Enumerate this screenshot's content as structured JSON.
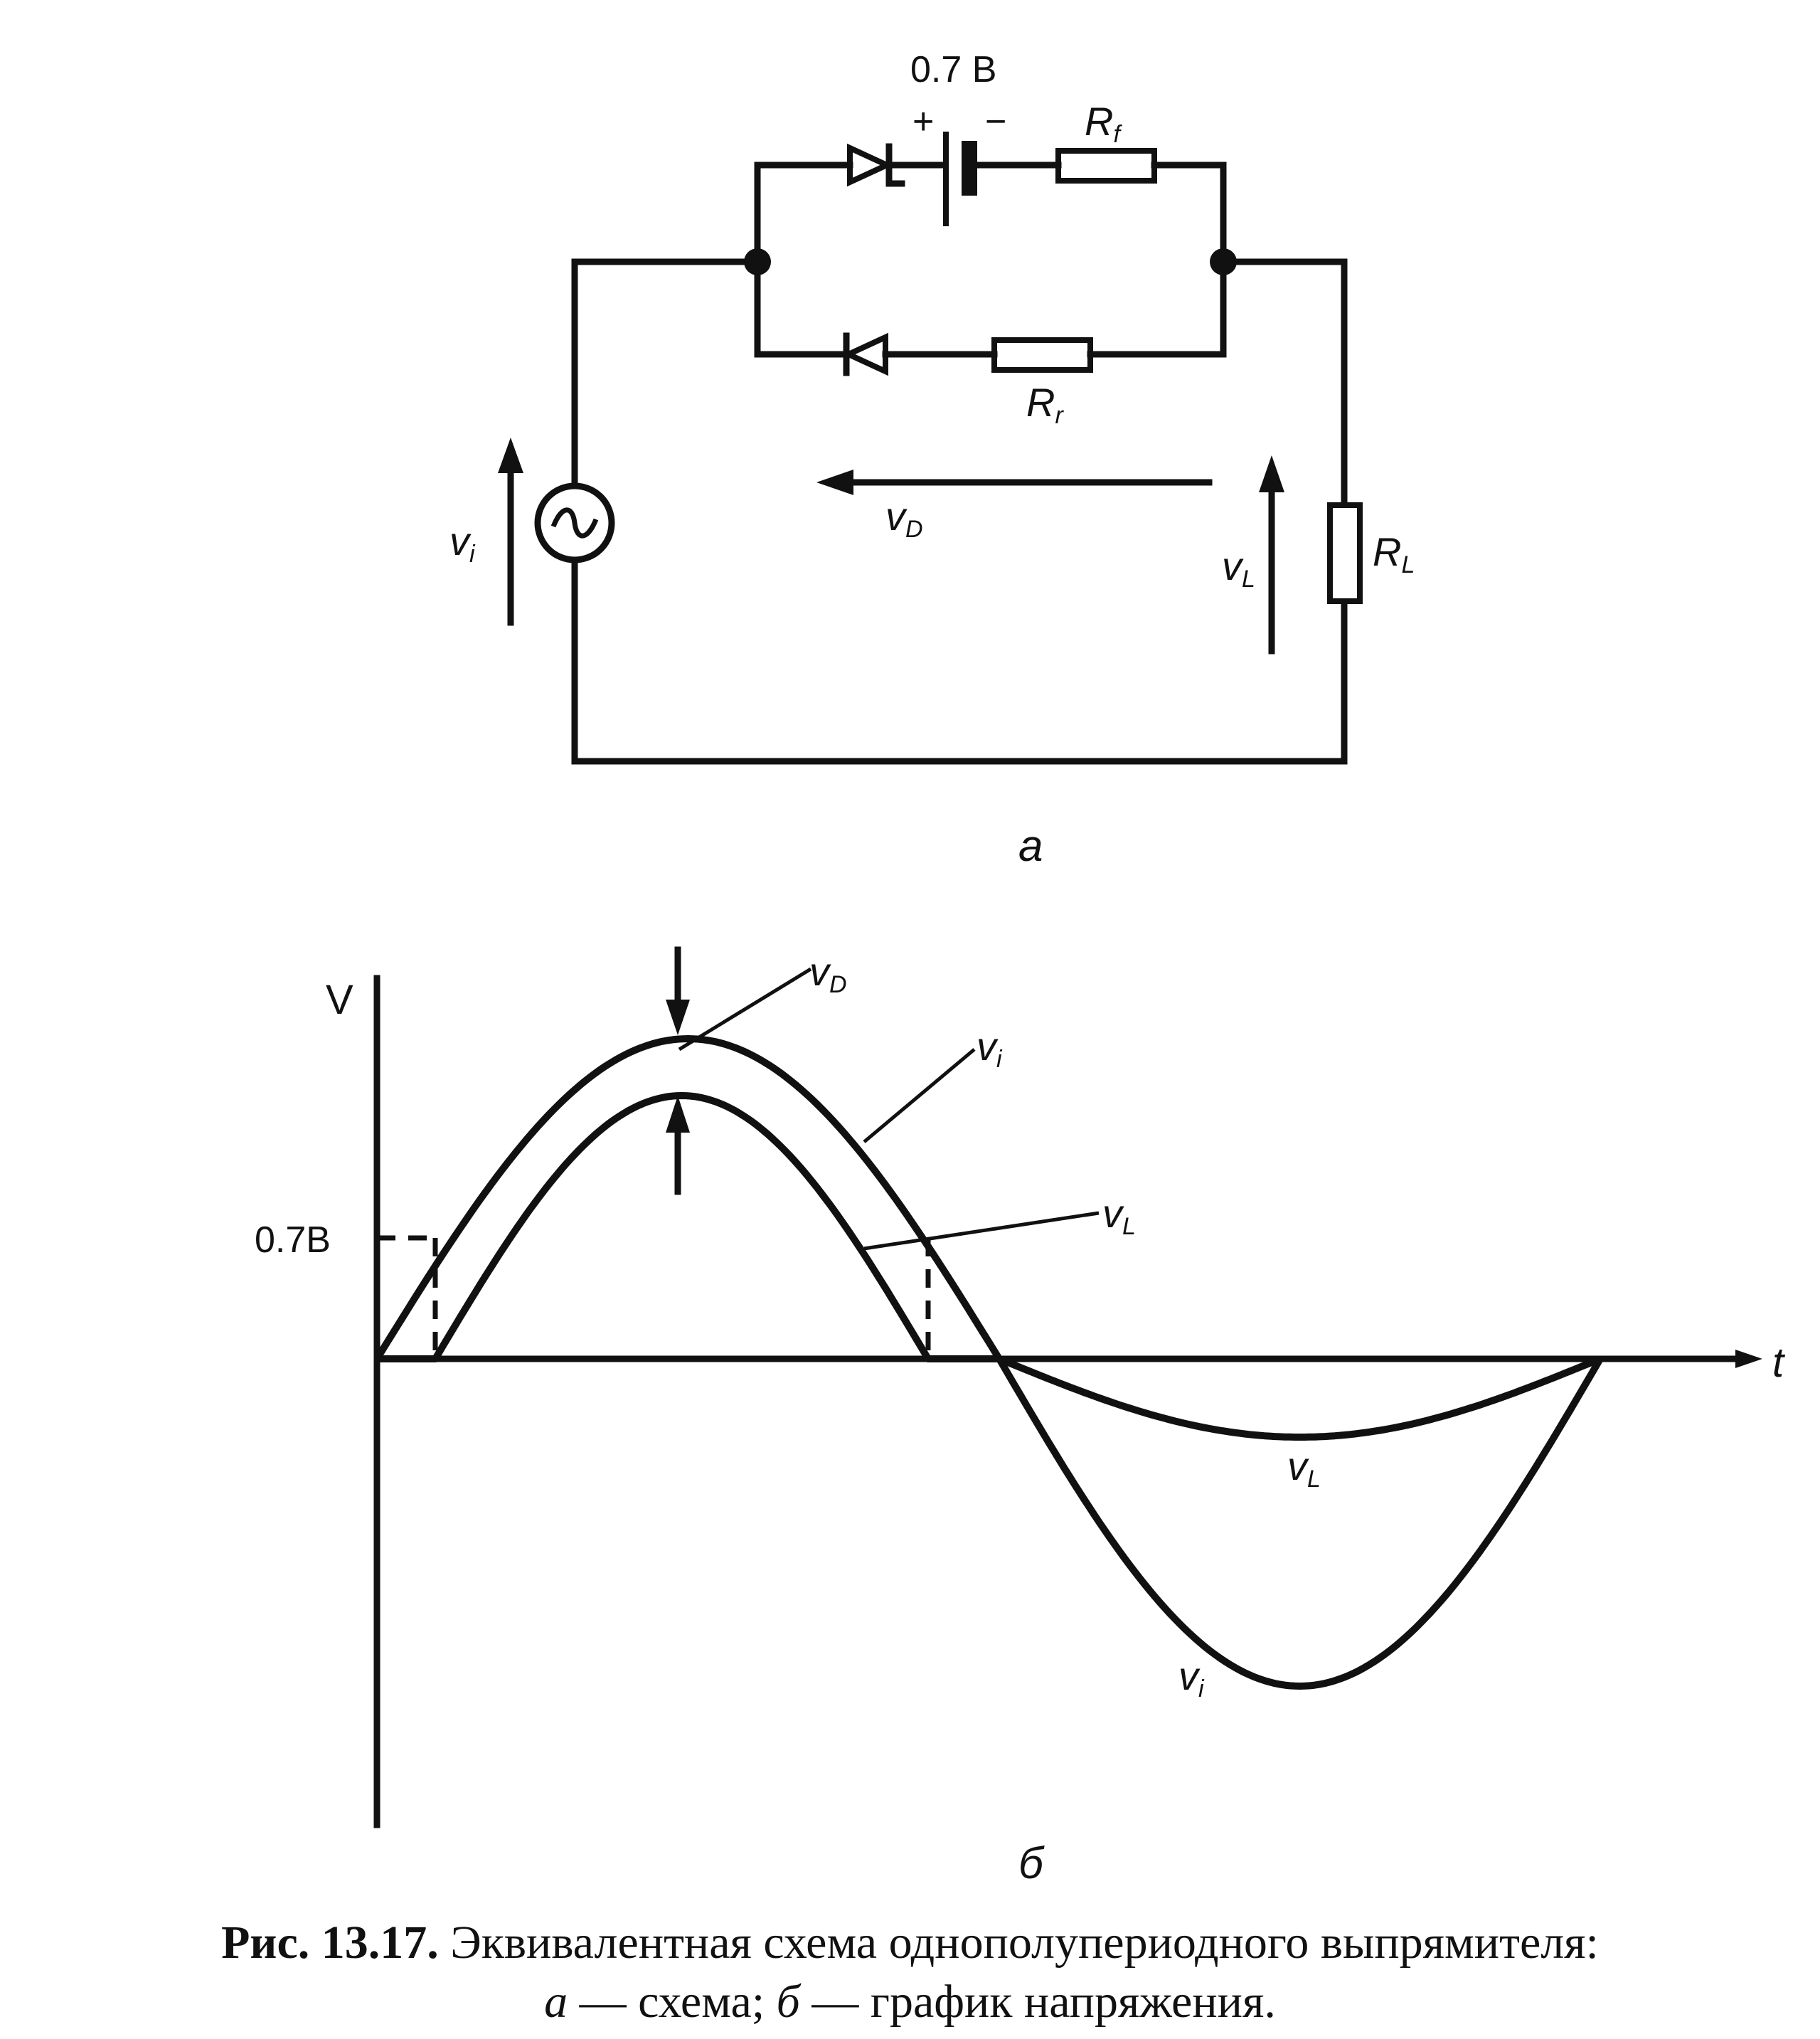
{
  "circuit": {
    "battery_voltage": "0.7 В",
    "battery_plus": "+",
    "battery_minus": "−",
    "rf_main": "R",
    "rf_sub": "f",
    "rr_main": "R",
    "rr_sub": "r",
    "rl_main": "R",
    "rl_sub": "L",
    "vi_main": "v",
    "vi_sub": "i",
    "vd_main": "v",
    "vd_sub": "D",
    "vl_main": "v",
    "vl_sub": "L",
    "panel_label": "а"
  },
  "graph": {
    "y_axis_label": "V",
    "x_axis_label": "t",
    "threshold_label": "0.7В",
    "vd_main": "v",
    "vd_sub": "D",
    "vi_top_main": "v",
    "vi_top_sub": "i",
    "vl_top_main": "v",
    "vl_top_sub": "L",
    "vl_bottom_main": "v",
    "vl_bottom_sub": "L",
    "vi_bottom_main": "v",
    "vi_bottom_sub": "i",
    "panel_label": "б"
  },
  "caption": {
    "number": "Рис. 13.17.",
    "text": "Эквивалентная схема однополупериодного выпрямителя:",
    "line2_a": "а",
    "line2_a_text": " — схема; ",
    "line2_b": "б",
    "line2_b_text": " — график напряжения."
  }
}
